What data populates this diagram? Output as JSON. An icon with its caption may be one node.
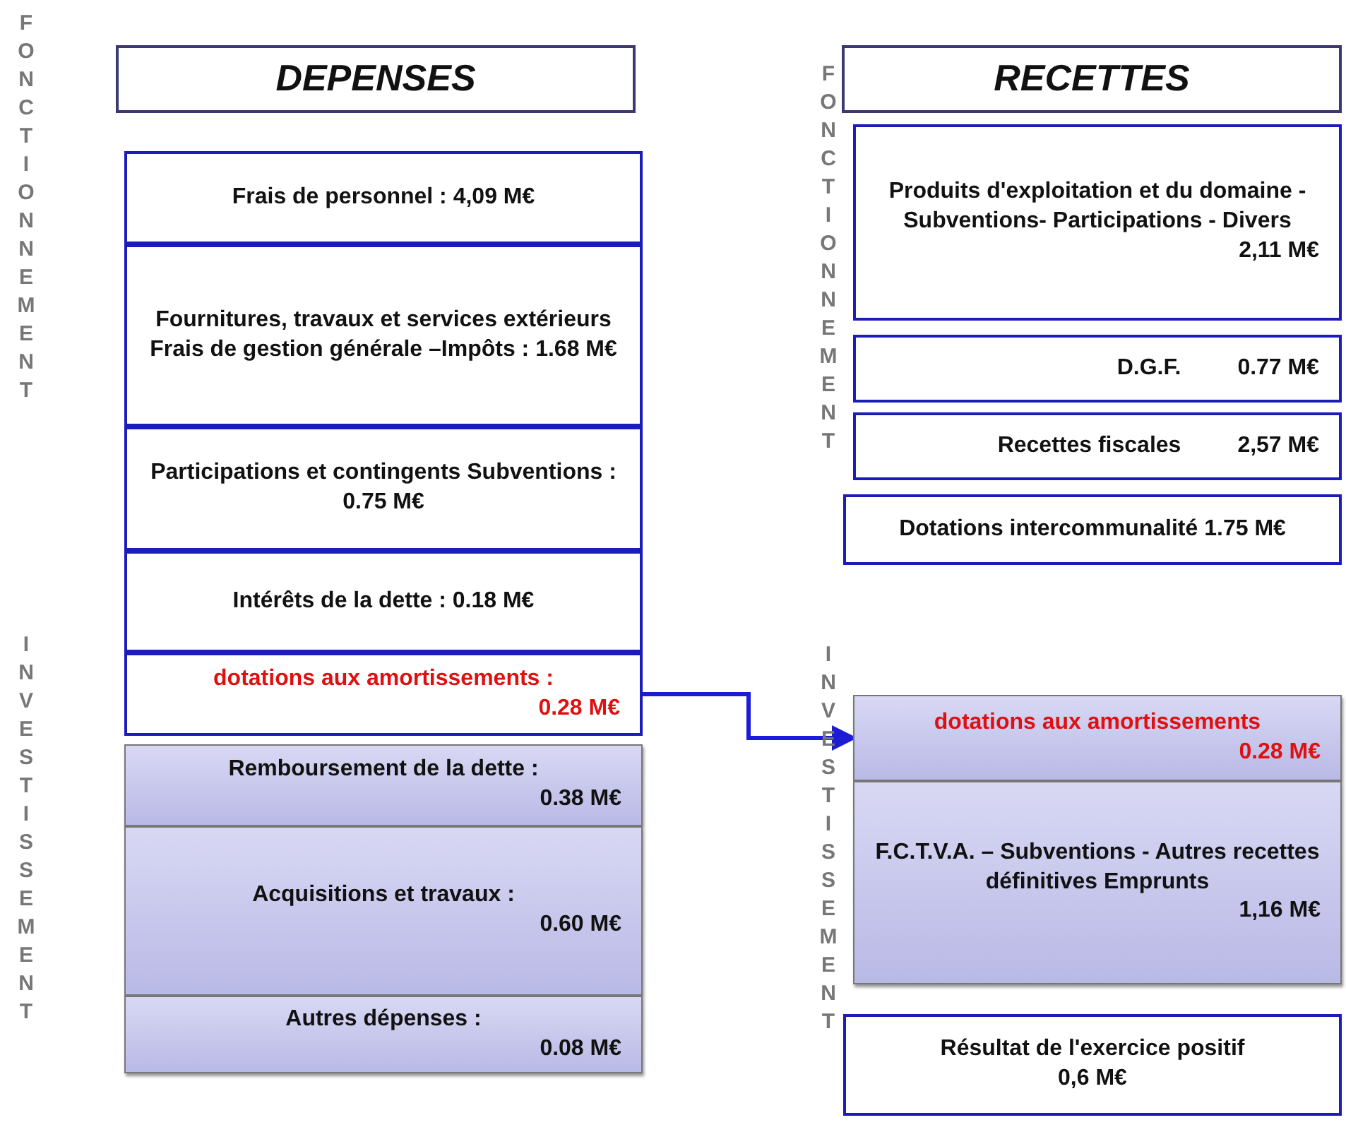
{
  "diagram": {
    "nodes": [
      {
        "text": [
          "DEPENSES"
        ]
      },
      {
        "text": [
          "Frais de personnel : 4,09 M€"
        ]
      },
      {
        "text": [
          "Fournitures, travaux et services extérieurs Frais de gestion générale –Impôts : 1.68 M€"
        ]
      },
      {
        "text": [
          "Participations et contingents Subventions : 0.75 M€"
        ]
      },
      {
        "text": [
          "Intérêts de la dette : 0.18 M€"
        ]
      },
      {
        "text": [
          "dotations aux amortissements :",
          "0.28 M€"
        ]
      },
      {
        "text": [
          "Remboursement de la dette :",
          "0.38 M€"
        ]
      },
      {
        "text": [
          "Acquisitions et travaux :",
          "0.60 M€"
        ]
      },
      {
        "text": [
          "Autres dépenses :",
          "0.08 M€"
        ]
      },
      {
        "text": [
          "RECETTES"
        ]
      },
      {
        "text": [
          "Produits d'exploitation et du domaine - Subventions- Participations - Divers",
          "2,11 M€"
        ]
      },
      {
        "text": [
          "D.G.F.",
          "0.77 M€"
        ]
      },
      {
        "text": [
          "Recettes fiscales",
          "2,57 M€"
        ]
      },
      {
        "text": [
          "Dotations intercommunalité 1.75 M€"
        ]
      },
      {
        "text": [
          "dotations aux amortissements",
          "0.28 M€"
        ]
      },
      {
        "text": [
          "F.C.T.V.A. – Subventions - Autres recettes définitives Emprunts",
          "1,16 M€"
        ]
      },
      {
        "text": [
          "Résultat de l'exercice positif",
          "0,6 M€"
        ]
      }
    ],
    "edges": [
      {
        "from": 5,
        "to": 14,
        "arrow": "to",
        "color": "#1c1cd6"
      }
    ],
    "labels": [
      "FONCTIONNEMENT",
      "INVESTISSEMENT",
      "FONCTIONNEMENT",
      "INVESTISSEMENT"
    ]
  }
}
